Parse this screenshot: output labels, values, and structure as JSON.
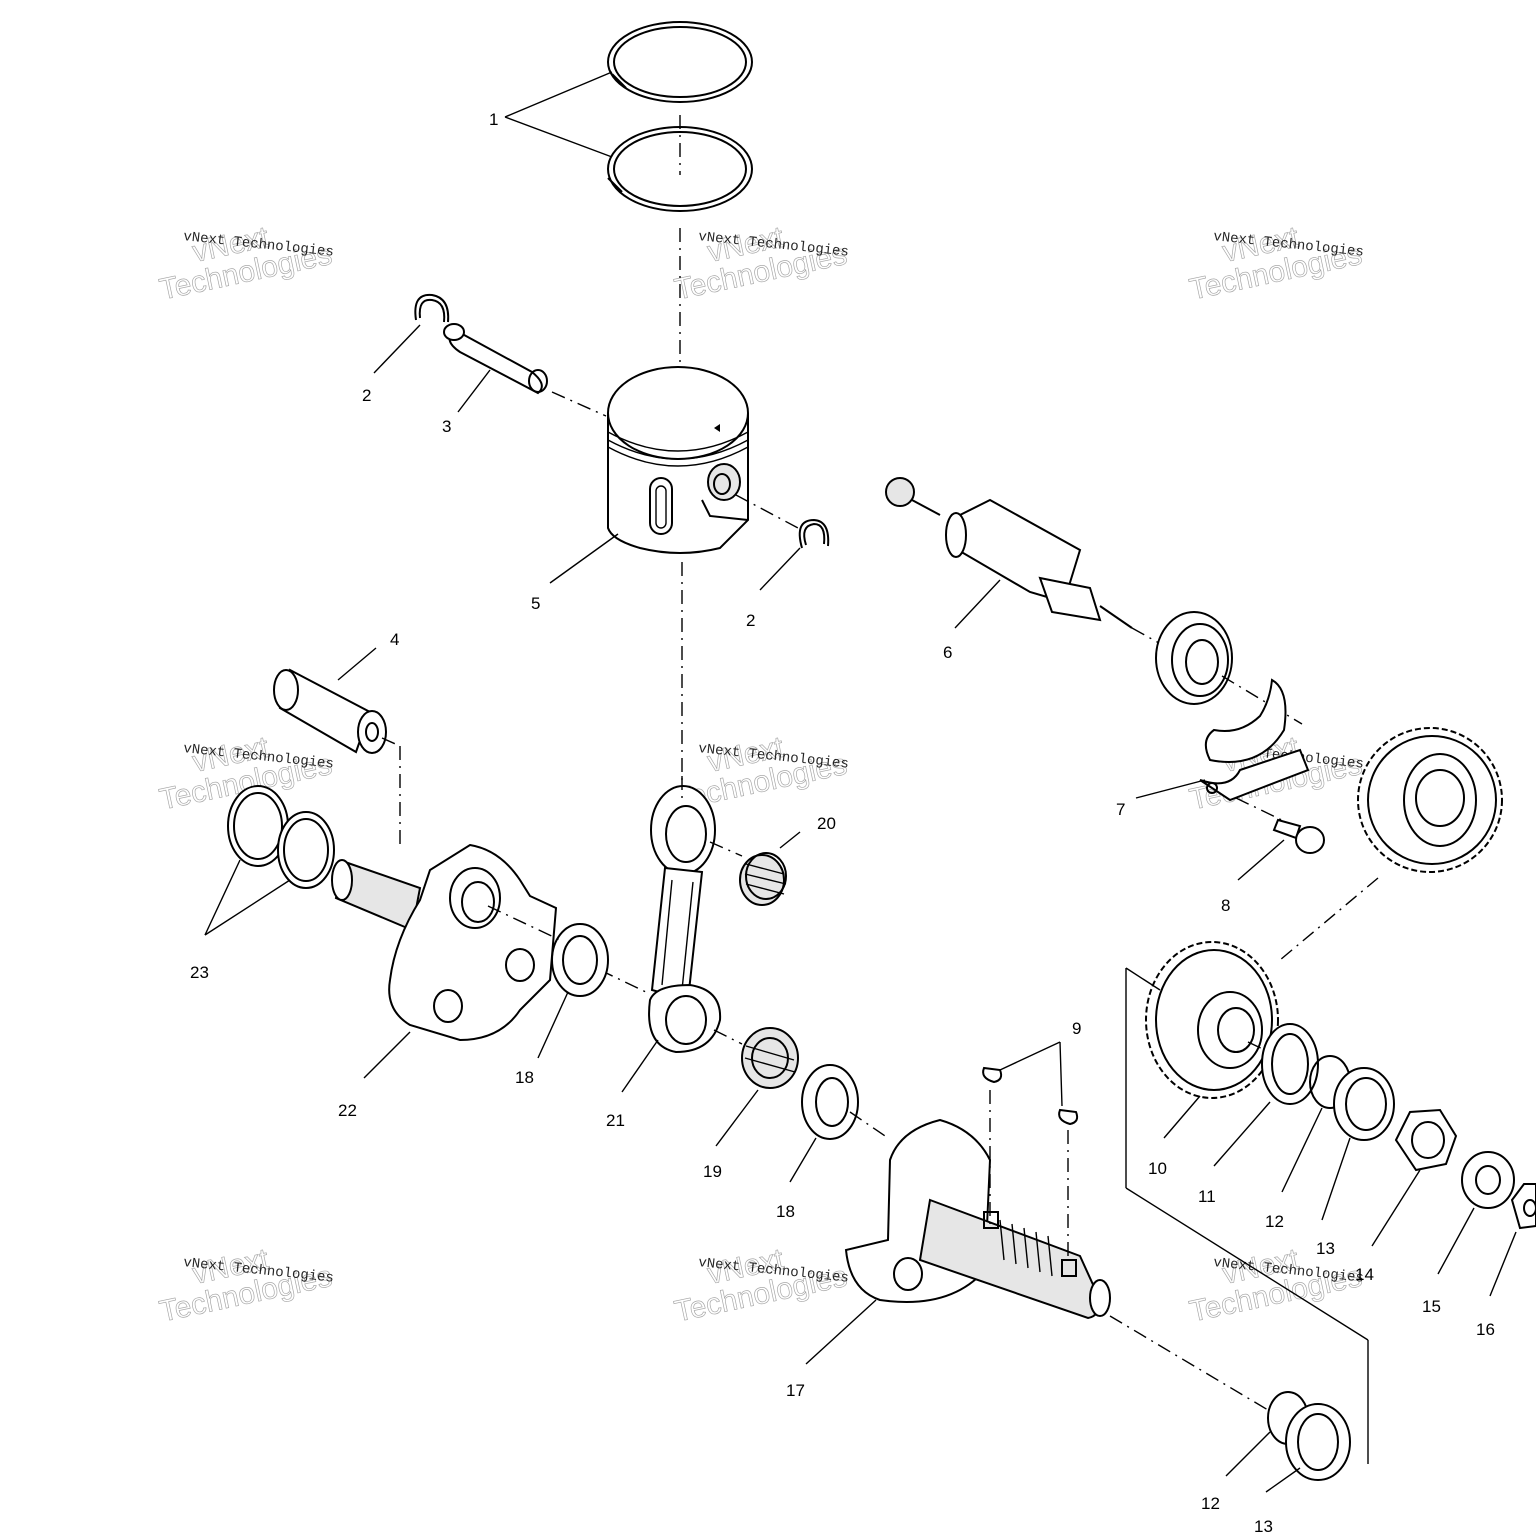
{
  "callouts": [
    "1",
    "2",
    "3",
    "5",
    "2",
    "4",
    "6",
    "7",
    "8",
    "20",
    "23",
    "22",
    "18",
    "21",
    "19",
    "18",
    "9",
    "10",
    "11",
    "12",
    "13",
    "14",
    "15",
    "16",
    "17",
    "12",
    "13"
  ],
  "watermark": {
    "text_big_line1": "vNext",
    "text_big_line2": "Technologies",
    "text_small": "vNext Technologies"
  }
}
